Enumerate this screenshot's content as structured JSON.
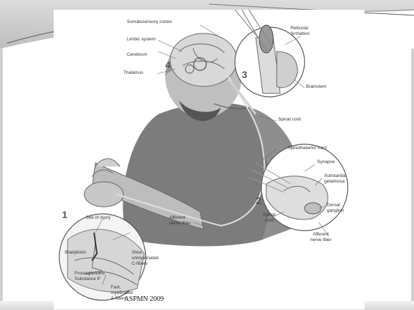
{
  "slide": {
    "credit": "ASPMN 2009"
  },
  "figure": {
    "labels": {
      "somatosensory_cortex": "Somatosensory cortex",
      "limbic_system": "Limbic system",
      "cerebrum": "Cerebrum",
      "thalamus": "Thalamus",
      "reticular_formation_1": "Reticular",
      "reticular_formation_2": "formation",
      "brainstem": "Brainstem",
      "spinal_cord": "Spinal cord",
      "spinothalamic_tract": "Spinothalamic tract",
      "synapse": "Synapse",
      "substantia_gelatinosa_1": "Substantia",
      "substantia_gelatinosa_2": "gelatinosa",
      "dorsal_ganglion_1": "Dorsal",
      "dorsal_ganglion_2": "ganglion",
      "spinal_cord_inset_1": "Spinal",
      "spinal_cord_inset_2": "cord",
      "afferent_nerve_fiber_inset_1": "Afferent",
      "afferent_nerve_fiber_inset_2": "nerve fiber",
      "afferent_nerve_fiber_arm_1": "Afferent",
      "afferent_nerve_fiber_arm_2": "nerve fiber",
      "site_of_injury": "Site of injury",
      "bradykinin": "Bradykinin",
      "prostaglandins_1": "Prostaglandins",
      "prostaglandins_2": "Substance P",
      "slow_fibers_1": "Slow,",
      "slow_fibers_2": "unmyelinated",
      "slow_fibers_3": "C-fibers",
      "fast_fibers_1": "Fast,",
      "fast_fibers_2": "myelinated",
      "fast_fibers_3": "A-fibers"
    },
    "step_numbers": {
      "one": "1",
      "two": "2",
      "three": "3",
      "four": "4"
    }
  }
}
